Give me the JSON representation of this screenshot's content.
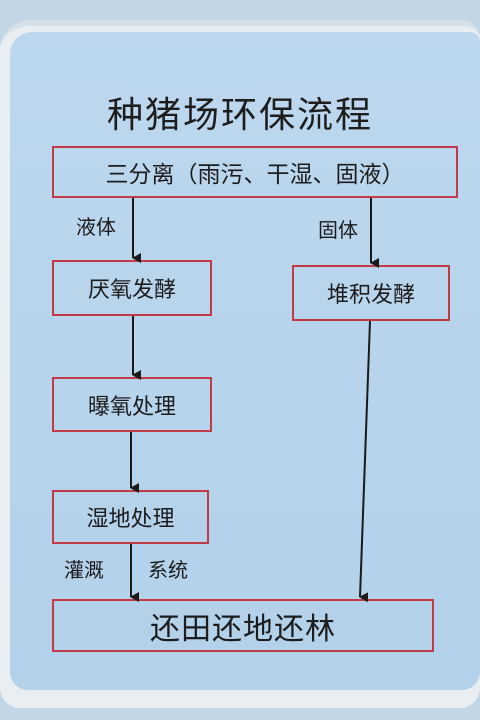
{
  "title": "种猪场环保流程",
  "nodes": {
    "separation": "三分离（雨污、干湿、固液）",
    "anaerobic": "厌氧发酵",
    "aerobic": "曝氧处理",
    "wetland": "湿地处理",
    "compost": "堆积发酵",
    "return": "还田还地还林"
  },
  "edge_labels": {
    "liquid": "液体",
    "solid": "固体",
    "irrigation": "灌溉",
    "system": "系统"
  },
  "colors": {
    "box_border": "#c23a45",
    "arrow": "#1a1a1a"
  }
}
